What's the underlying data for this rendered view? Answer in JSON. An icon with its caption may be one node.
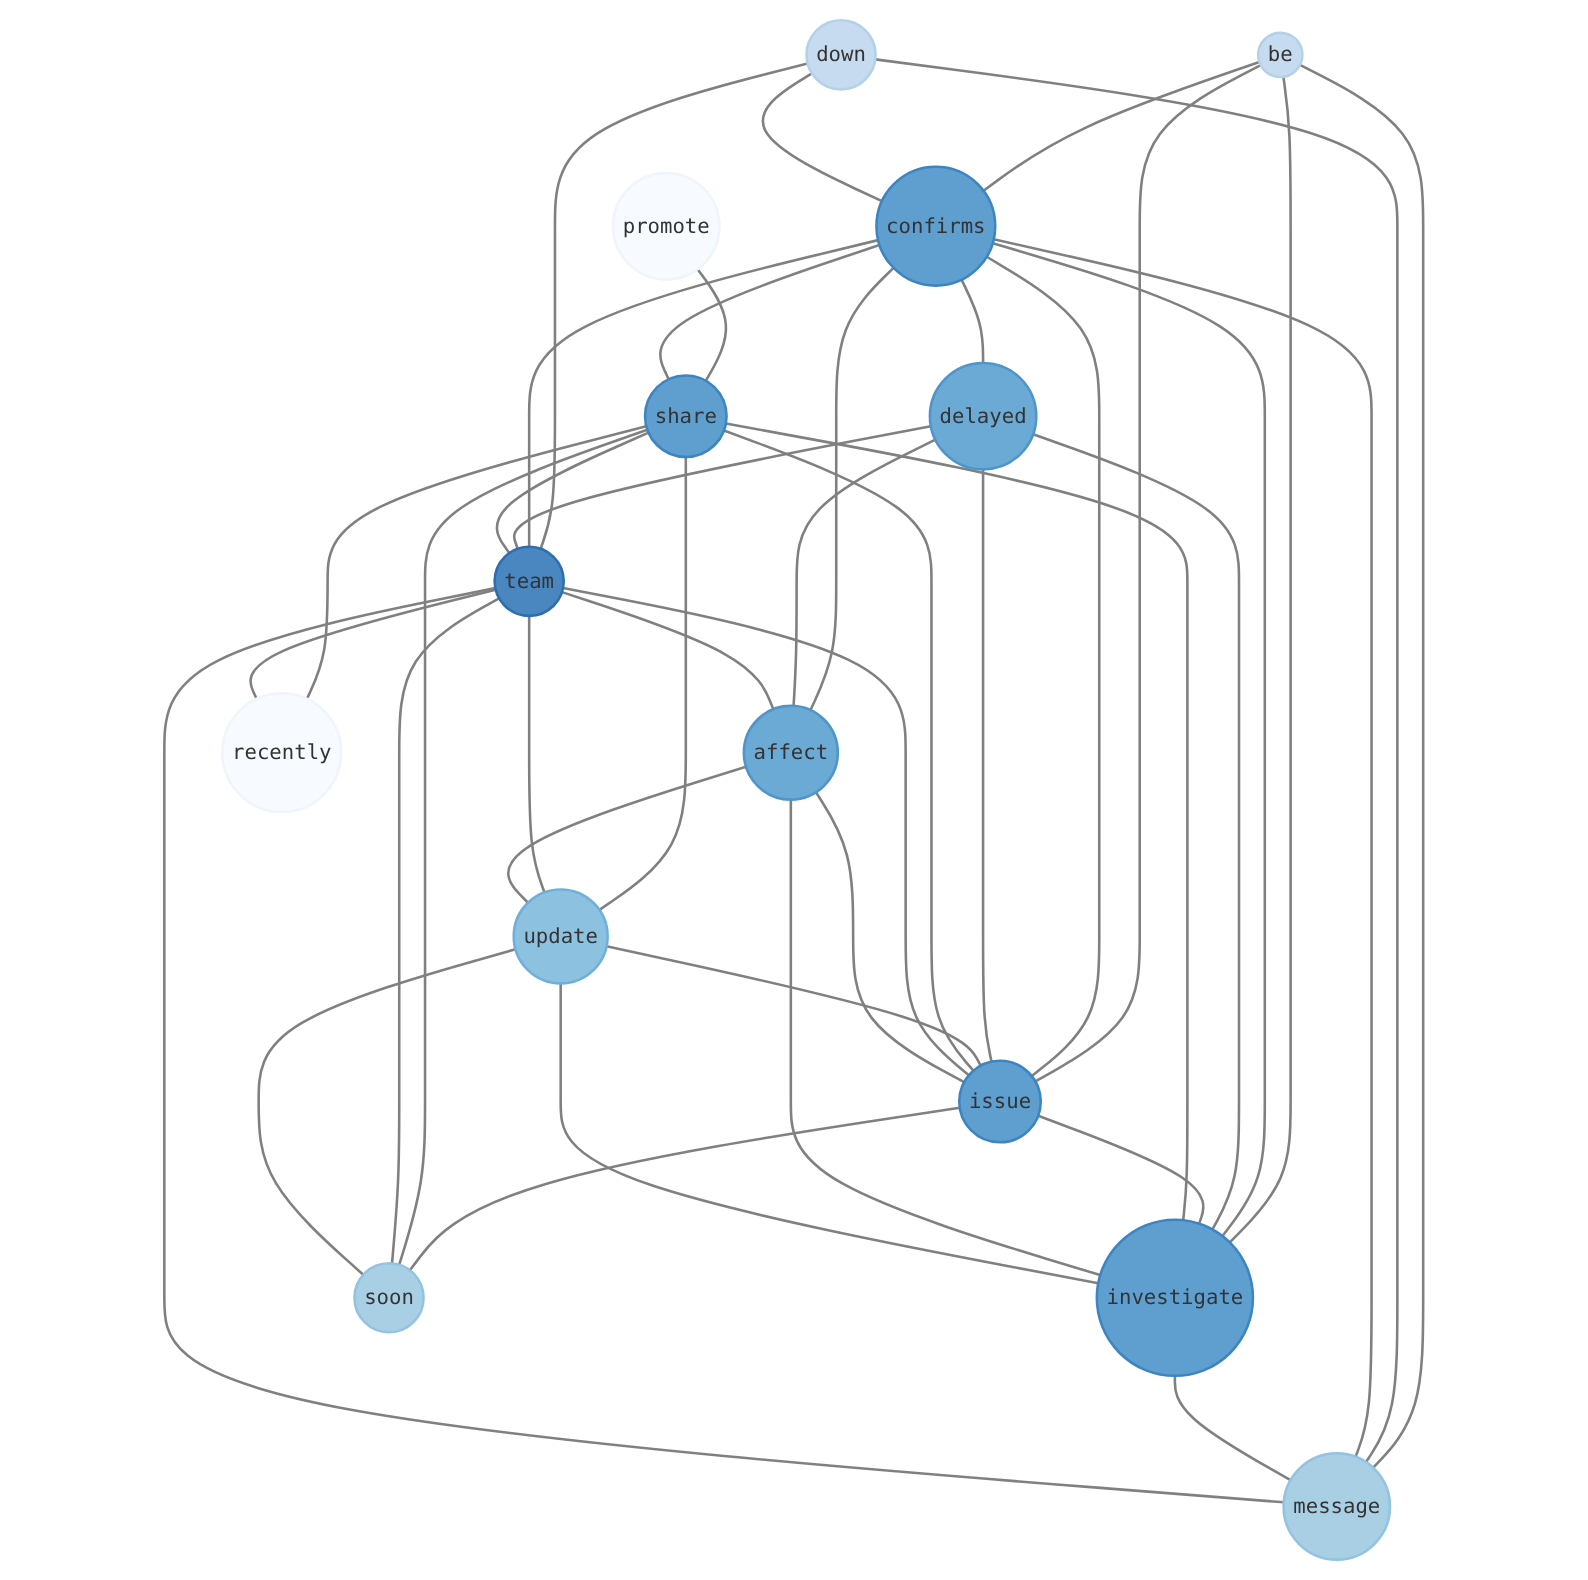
{
  "diagram": {
    "nodes": [
      {
        "text": [
          "promote"
        ]
      },
      {
        "text": [
          "be"
        ]
      },
      {
        "text": [
          "down"
        ]
      },
      {
        "text": [
          "confirms"
        ]
      },
      {
        "text": [
          "delayed"
        ]
      },
      {
        "text": [
          "issue"
        ]
      },
      {
        "text": [
          "share"
        ]
      },
      {
        "text": [
          "message"
        ]
      },
      {
        "text": [
          "team"
        ]
      },
      {
        "text": [
          "affect"
        ]
      },
      {
        "text": [
          "investigate"
        ]
      },
      {
        "text": [
          "soon"
        ]
      },
      {
        "text": [
          "update"
        ]
      },
      {
        "text": [
          "recently"
        ]
      }
    ],
    "edges": [
      {
        "from": 0,
        "to": 6,
        "arrow": "none"
      },
      {
        "from": 1,
        "to": 3,
        "arrow": "none"
      },
      {
        "from": 1,
        "to": 7,
        "arrow": "none"
      },
      {
        "from": 1,
        "to": 5,
        "arrow": "none"
      },
      {
        "from": 1,
        "to": 10,
        "arrow": "none"
      },
      {
        "from": 2,
        "to": 3,
        "arrow": "none"
      },
      {
        "from": 2,
        "to": 7,
        "arrow": "none"
      },
      {
        "from": 2,
        "to": 8,
        "arrow": "none"
      },
      {
        "from": 3,
        "to": 7,
        "arrow": "none"
      },
      {
        "from": 3,
        "to": 4,
        "arrow": "none"
      },
      {
        "from": 3,
        "to": 5,
        "arrow": "none"
      },
      {
        "from": 3,
        "to": 6,
        "arrow": "none"
      },
      {
        "from": 3,
        "to": 9,
        "arrow": "none"
      },
      {
        "from": 3,
        "to": 10,
        "arrow": "none"
      },
      {
        "from": 3,
        "to": 8,
        "arrow": "none"
      },
      {
        "from": 4,
        "to": 5,
        "arrow": "none"
      },
      {
        "from": 4,
        "to": 10,
        "arrow": "none"
      },
      {
        "from": 4,
        "to": 9,
        "arrow": "none"
      },
      {
        "from": 4,
        "to": 8,
        "arrow": "none"
      },
      {
        "from": 5,
        "to": 6,
        "arrow": "none"
      },
      {
        "from": 5,
        "to": 8,
        "arrow": "none"
      },
      {
        "from": 5,
        "to": 10,
        "arrow": "none"
      },
      {
        "from": 5,
        "to": 11,
        "arrow": "none"
      },
      {
        "from": 5,
        "to": 9,
        "arrow": "none"
      },
      {
        "from": 12,
        "to": 5,
        "arrow": "none"
      },
      {
        "from": 6,
        "to": 8,
        "arrow": "none"
      },
      {
        "from": 6,
        "to": 10,
        "arrow": "none"
      },
      {
        "from": 6,
        "to": 11,
        "arrow": "none"
      },
      {
        "from": 6,
        "to": 12,
        "arrow": "none"
      },
      {
        "from": 6,
        "to": 13,
        "arrow": "none"
      },
      {
        "from": 7,
        "to": 8,
        "arrow": "none"
      },
      {
        "from": 10,
        "to": 7,
        "arrow": "none"
      },
      {
        "from": 8,
        "to": 9,
        "arrow": "none"
      },
      {
        "from": 8,
        "to": 11,
        "arrow": "none"
      },
      {
        "from": 8,
        "to": 12,
        "arrow": "none"
      },
      {
        "from": 8,
        "to": 13,
        "arrow": "none"
      },
      {
        "from": 10,
        "to": 9,
        "arrow": "none"
      },
      {
        "from": 10,
        "to": 12,
        "arrow": "none"
      },
      {
        "from": 9,
        "to": 12,
        "arrow": "none"
      },
      {
        "from": 11,
        "to": 12,
        "arrow": "none"
      }
    ]
  }
}
